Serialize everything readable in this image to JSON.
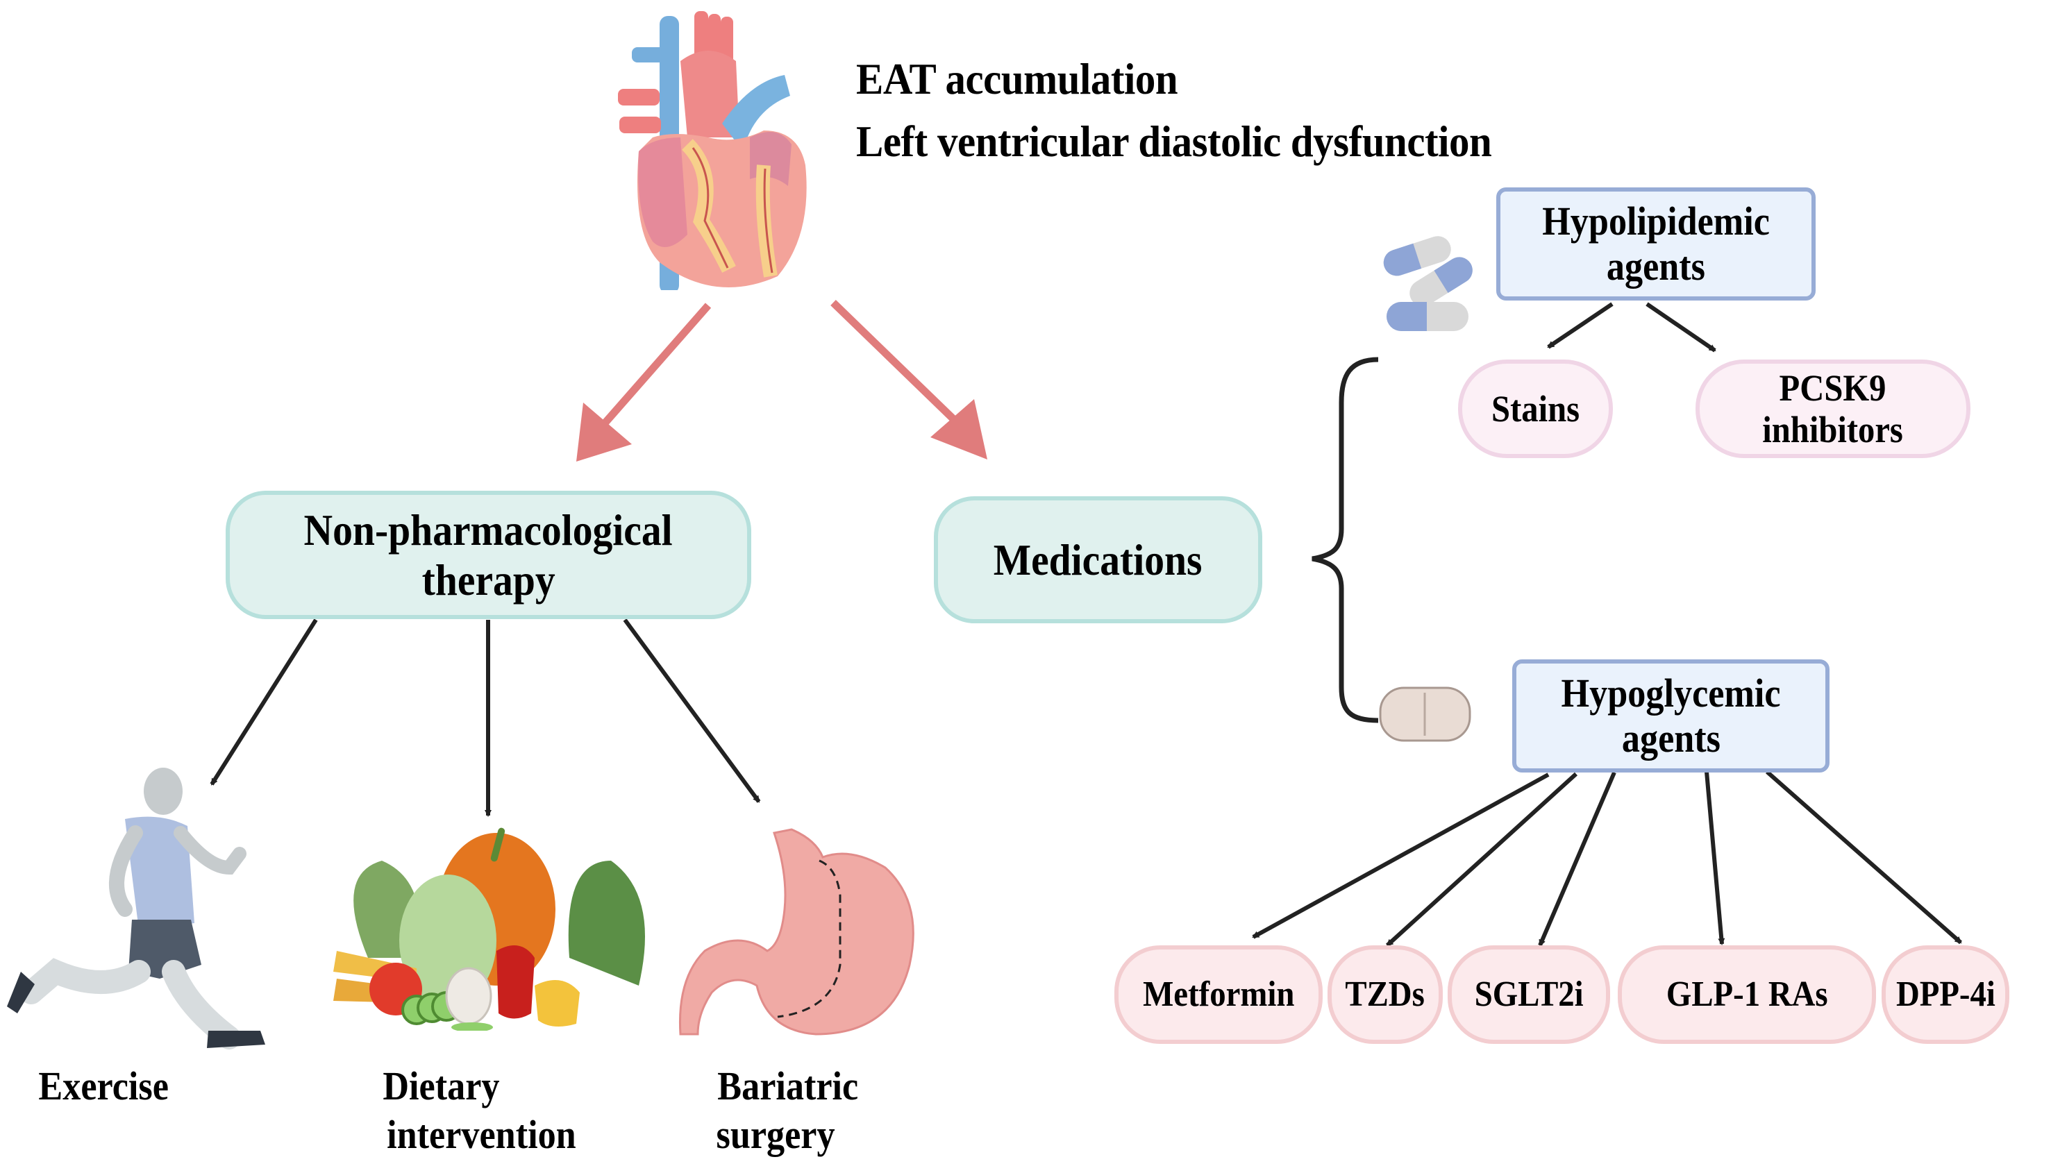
{
  "header": {
    "lines": [
      "EAT accumulation",
      "Left ventricular diastolic dysfunction"
    ]
  },
  "branches": {
    "non_pharm": {
      "label": "Non-pharmacological therapy",
      "line1": "Non-pharmacological",
      "line2": "therapy",
      "children": [
        {
          "label": "Exercise",
          "line1": "Exercise",
          "line2": "",
          "icon": "runner-icon"
        },
        {
          "label": "Dietary intervention",
          "line1": "Dietary",
          "line2": "intervention",
          "icon": "vegetables-icon"
        },
        {
          "label": "Bariatric surgery",
          "line1": "Bariatric",
          "line2": "surgery",
          "icon": "stomach-icon"
        }
      ]
    },
    "medications": {
      "label": "Medications",
      "hypolipidemic": {
        "line1": "Hypolipidemic",
        "line2": "agents",
        "icon": "capsule-pills-icon",
        "children": [
          {
            "line1": "Stains",
            "line2": ""
          },
          {
            "line1": "PCSK9",
            "line2": "inhibitors"
          }
        ]
      },
      "hypoglycemic": {
        "line1": "Hypoglycemic",
        "line2": "agents",
        "icon": "tablet-icon",
        "children": [
          "Metformin",
          "TZDs",
          "SGLT2i",
          "GLP-1 RAs",
          "DPP-4i"
        ]
      }
    }
  },
  "colors": {
    "main_arrow": "#e07c7c",
    "sub_arrow": "#222222",
    "teal_fill": "#e0f1ee",
    "teal_border": "#b6e0dc",
    "blue_fill": "#eaf2fc",
    "blue_border": "#97acd6",
    "pink_fill": "#fcf0f6",
    "pink_border": "#f0d5e6",
    "rose_fill": "#fceaec",
    "rose_border": "#f3cdd0"
  }
}
